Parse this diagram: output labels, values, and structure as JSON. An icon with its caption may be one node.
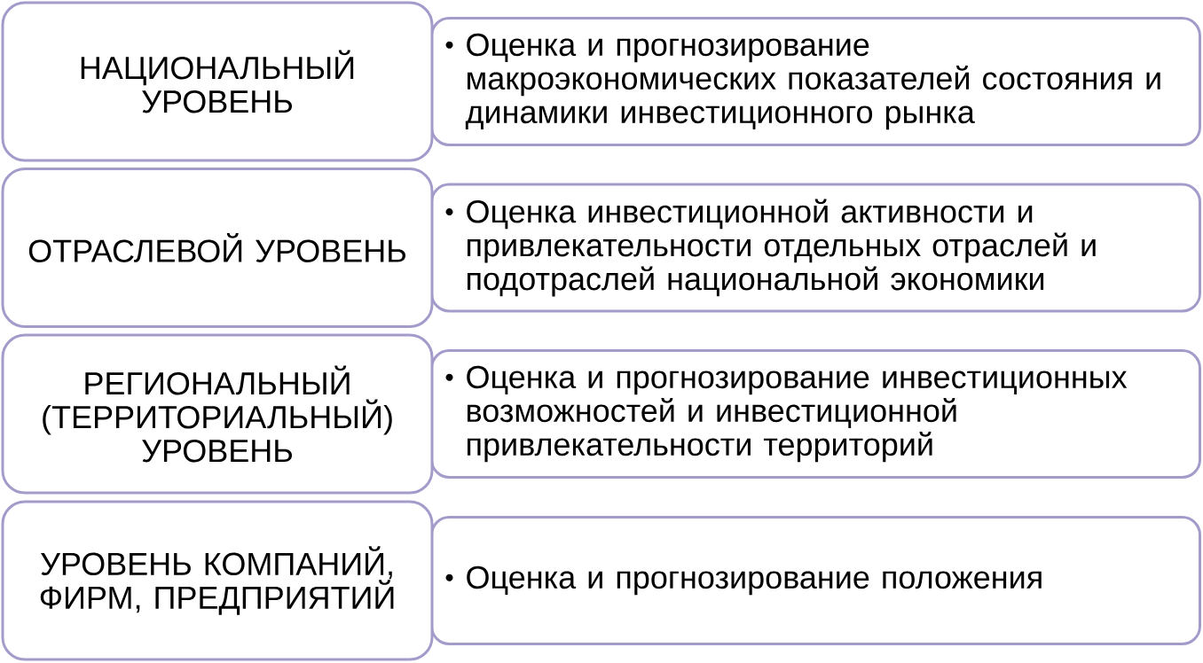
{
  "diagram": {
    "nodes": [
      {
        "text": [
          "НАЦИОНАЛЬНЫЙ УРОВЕНЬ"
        ]
      },
      {
        "text": [
          "Оценка и прогнозирование макроэкономических показателей состояния и динамики инвестиционного рынка"
        ]
      },
      {
        "text": [
          "ОТРАСЛЕВОЙ УРОВЕНЬ"
        ]
      },
      {
        "text": [
          "Оценка инвестиционной активности и привлекательности отдельных отраслей и подотраслей национальной экономики"
        ]
      },
      {
        "text": [
          "РЕГИОНАЛЬНЫЙ (ТЕРРИТОРИАЛЬНЫЙ) УРОВЕНЬ"
        ]
      },
      {
        "text": [
          "Оценка и прогнозирование инвестиционных возможностей и инвестиционной привлекательности территорий"
        ]
      },
      {
        "text": [
          "УРОВЕНЬ КОМПАНИЙ, ФИРМ, ПРЕДПРИЯТИЙ"
        ]
      },
      {
        "text": [
          "Оценка и прогнозирование положения"
        ]
      }
    ]
  }
}
